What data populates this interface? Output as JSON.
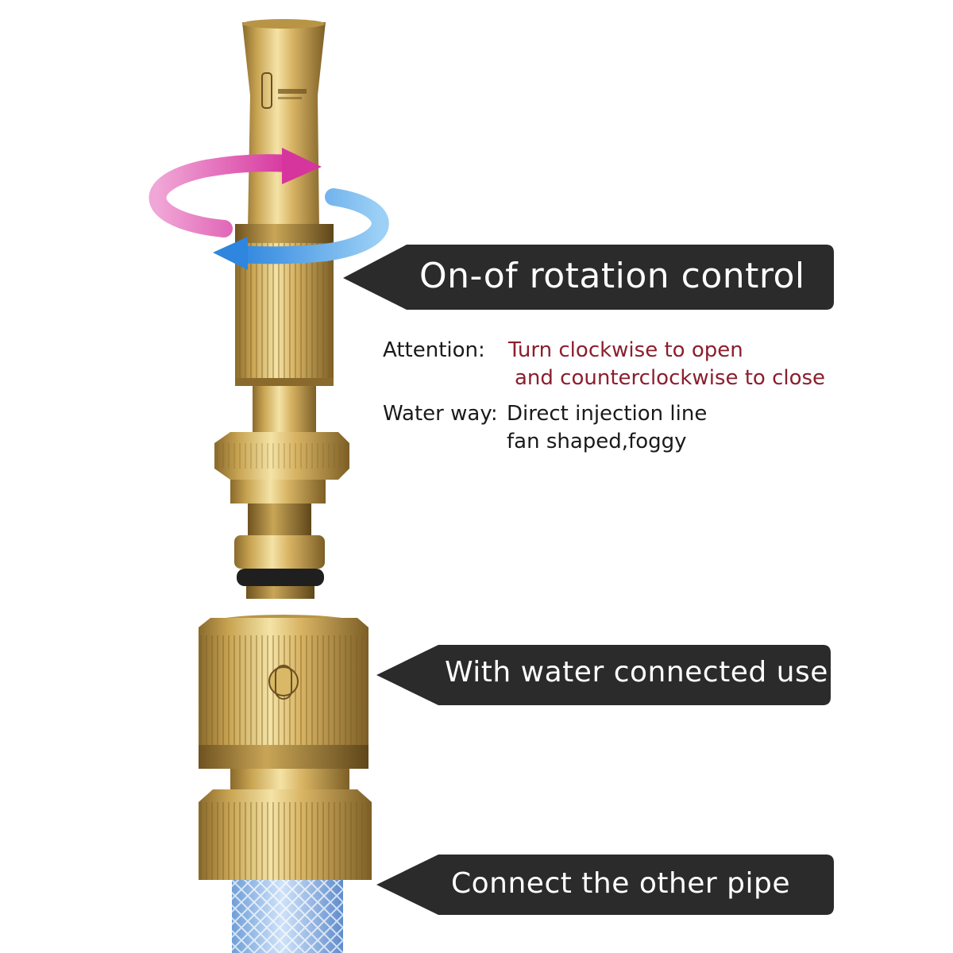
{
  "callouts": {
    "rotation": "On-of rotation control",
    "water_connected": "With water connected use",
    "other_pipe": "Connect the other pipe"
  },
  "info": {
    "attention_label": "Attention:",
    "attention_line1": "Turn clockwise to open",
    "attention_line2": "and counterclockwise to close",
    "waterway_label": "Water way:",
    "waterway_line1": "Direct injection line",
    "waterway_line2": "fan shaped,foggy"
  },
  "colors": {
    "callout_bg": "#2b2b2b",
    "attention_text": "#8b1e2e",
    "brass": "#d9b866",
    "hose": "#8fb6e6",
    "arrow_pink": "#e35fb4",
    "arrow_blue": "#4aa3ea"
  }
}
